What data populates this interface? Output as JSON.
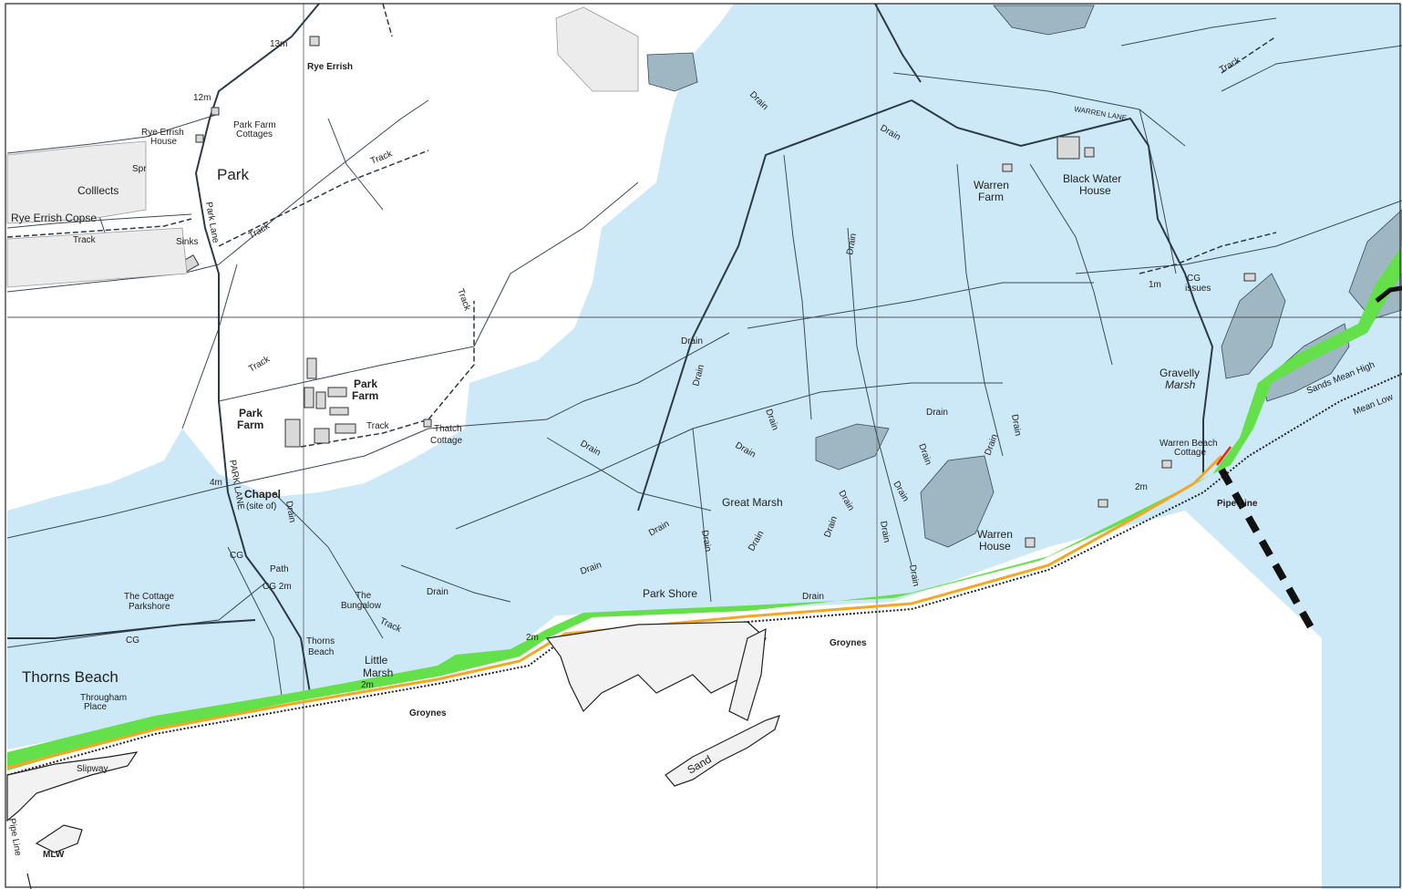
{
  "map": {
    "colors": {
      "flood_zone": "#cde9f7",
      "water": "#9fb7c2",
      "shoreline_green": "#63e04a",
      "shoreline_orange": "#f5a623",
      "shoreline_red": "#e8231c",
      "line": "#3a4a55",
      "grid": "#555555"
    },
    "labels": {
      "h13m": "13m",
      "rye_errish": "Rye Errish",
      "h12m": "12m",
      "rye_errish_house_1": "Rye Errish",
      "rye_errish_house_2": "House",
      "park_farm_cottages_1": "Park Farm",
      "park_farm_cottages_2": "Cottages",
      "park": "Park",
      "spr": "Spr",
      "collects": "Colllects",
      "rye_errish_copse": "Rye Errish Copse",
      "track_copse": "Track",
      "sinks": "Sinks",
      "park_lane": "Park Lane",
      "track_1": "Track",
      "track_2": "Track",
      "track_3": "Track",
      "track_4": "Track",
      "park_farm_e_1": "Park",
      "park_farm_e_2": "Farm",
      "park_farm_w_1": "Park",
      "park_farm_w_2": "Farm",
      "track_farm": "Track",
      "thatch_cottage_1": "Thatch",
      "thatch_cottage_2": "Cottage",
      "h4m": "4m",
      "park_lane_s": "PARK LANE",
      "chapel": "Chapel",
      "site_of": "(site of)",
      "drain_chapel": "Drain",
      "cg_1": "CG",
      "path": "Path",
      "cg_2m": "CG 2m",
      "the_bungalow_1": "The",
      "the_bungalow_2": "Bungalow",
      "thorns_beach_small_1": "Thorns",
      "thorns_beach_small_2": "Beach",
      "track_bungalow": "Track",
      "little_marsh_1": "Little",
      "little_marsh_2": "Marsh",
      "h2m_little": "2m",
      "drain_bungalow": "Drain",
      "the_cottage_1": "The Cottage",
      "the_cottage_2": "Parkshore",
      "cg_cottage": "CG",
      "thorns_beach": "Thorns Beach",
      "througham_1": "Througham",
      "througham_2": "Place",
      "slipway": "Slipway",
      "groynes_1": "Groynes",
      "pipe_line_w": "Pipe Line",
      "mlw": "MLW",
      "drain_a": "Drain",
      "drain_b": "Drain",
      "drain_c": "Drain",
      "drain_d": "Drain",
      "drain_e": "Drain",
      "drain_f": "Drain",
      "drain_g": "Drain",
      "drain_h": "Drain",
      "drain_i": "Drain",
      "drain_j": "Drain",
      "drain_k": "Drain",
      "drain_l": "Drain",
      "drain_m": "Drain",
      "drain_n": "Drain",
      "drain_o": "Drain",
      "drain_p": "Drain",
      "drain_q": "Drain",
      "drain_r": "Drain",
      "drain_s": "Drain",
      "drain_t": "Drain",
      "drain_u": "Drain",
      "great_marsh": "Great Marsh",
      "park_shore": "Park Shore",
      "h2m_shore": "2m",
      "groynes_2": "Groynes",
      "sand": "Sand",
      "warren_lane": "WARREN LANE",
      "warren_farm_1": "Warren",
      "warren_farm_2": "Farm",
      "black_water_1": "Black Water",
      "black_water_2": "House",
      "track_ne": "Track",
      "h1m": "1m",
      "cg_issues_1": "CG",
      "cg_issues_2": "issues",
      "gravelly_1": "Gravelly",
      "gravelly_2": "Marsh",
      "warren_beach_1": "Warren Beach",
      "warren_beach_2": "Cottage",
      "h2m_warren": "2m",
      "pipe_line_e": "Pipe Line",
      "warren_house_1": "Warren",
      "warren_house_2": "House",
      "sands_mean_high": "Sands Mean High",
      "mean_low": "Mean Low"
    }
  }
}
